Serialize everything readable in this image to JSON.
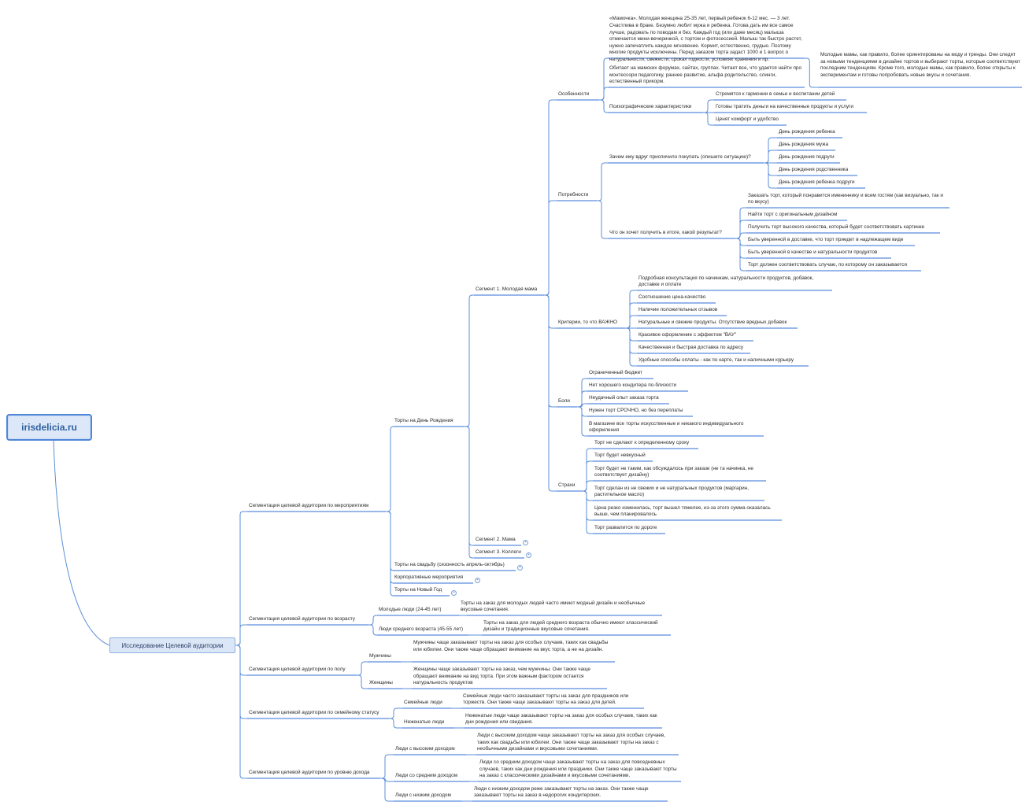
{
  "root": {
    "label": "irisdelicia.ru"
  },
  "main_topic": {
    "label": "Исследование Целевой аудитории"
  },
  "nodes": {
    "seg_events": "Сегментация целевой аудитории по мероприятиям",
    "seg_age": "Сегментация целевой аудитории по возрасту",
    "seg_gender": "Сегментация целевой аудитории по полу",
    "seg_family": "Сегментация целевой аудитории по семейному статусу",
    "seg_income": "Сегментация целевой аудитории по уровню дохода",
    "bday": "Торты на День Рождения",
    "wedding": "Торты на свадьбу (сезонность апрель-октябрь)",
    "corporate": "Корпоративные мероприятия",
    "newyear": "Торты на Новый Год",
    "seg1": "Сегмент 1. Молодая мама",
    "seg2": "Сегмент 2. Мама",
    "seg3": "Сегмент 3. Коллеги",
    "features": "Особенности",
    "persona_text": "«Мамочка». Молодая женщина 25-35 лет, первый ребенок 6-12 мес. — 3 лет. Счастлива в браке. Безумно любит мужа и ребенка. Готова дать им все самое лучше, радовать по поводам и без. Каждый год (или даже месяц) малыша отмечается мини-вечеринкой, с тортом и фотосессией. Малыш так быстро растет, нужно запечатлить каждое мгновение. Кормит, естественно, грудью. Поэтому многие продукты исключены. Перед заказом торта задаст 1000 и 1 вопрос о натуральности, свежести, сроках годности, условиях хранения и пр.",
    "persona_text2": "Обитает на мамских форумах, сайтах, группах. Читает все, что удается найти про монтессори педагогику, раннее развитие, альфа родительство, слинги, естественный прикорм.",
    "trends_note": "Молодые мамы, как правило, более ориентированы на моду и тренды. Они следят за новыми тенденциями в дизайне тортов и выбирают торты, которые соответствуют последним тенденциям. Кроме того, молодые мамы, как правило, более открыты к экспериментам и готовы попробовать новые вкусы и сочетания.",
    "psycho": "Психографические характеристики",
    "psycho_1": "Стремятся к гармонии в семье и воспитании детей",
    "psycho_2": "Готовы тратить деньги на качественные продукты и услуги",
    "psycho_3": "Ценят комфорт и удобство",
    "needs": "Потребности",
    "why": "Зачем ему вдруг приспичило покупать (опишите ситуацию)?",
    "why_1": "День рождения ребенка",
    "why_2": "День рождения мужа",
    "why_3": "День рождения подруги",
    "why_4": "День рождения родственника",
    "why_5": "День рождения ребенка подруги",
    "result": "Что он хочет получить в итоге, какой результат?",
    "result_1": "Заказать торт, который понравится имениннику и всем гостям (как визуально, так и по вкусу)",
    "result_2": "Найти торт с оригинальным дизайном",
    "result_3": "Получить торт высокого качества, который будет соответствовать картинке",
    "result_4": "Быть уверенной в доставке, что торт приедет в надлежащем виде",
    "result_5": "Быть уверенной в качестве и натуральности продуктов",
    "result_6": "Торт должен соответствовать случаю, по которому он заказывается",
    "criteria": "Критерии, то что ВАЖНО",
    "crit_1": "Подробная консультация по начинкам, натуральности продуктов, добавок, доставке и оплате",
    "crit_2": "Соотношение цена-качество",
    "crit_3": "Наличие положительных отзывов",
    "crit_4": "Натуральные и свежие продукты. Отсутствие вредных добавок",
    "crit_5": "Красивое оформление с эффектом \"ВАУ\"",
    "crit_6": "Качественная и быстрая доставка по адресу",
    "crit_7": "Удобные способы оплаты - как по карте, так и наличными курьеру",
    "pains": "Боли",
    "pain_1": "Ограниченный бюджет",
    "pain_2": "Нет хорошего кондитера по-близости",
    "pain_3": "Неудачный опыт заказа торта",
    "pain_4": "Нужен торт СРОЧНО, но без переплаты",
    "pain_5": "В магазине все торты искусственные и никакого индивидуального оформления",
    "fears": "Страхи",
    "fear_1": "Торт не сделают к определенному сроку",
    "fear_2": "Торт будет невкусный",
    "fear_3": "Торт будет не таким, как обсуждалось при заказе (не та начинка, не соответствует дизайну)",
    "fear_4": "Торт сделан из не свежих и не натуральных продуктов (маргарин, растительное масло)",
    "fear_5": "Цена резко изменилась, торт вышел тяжелее, из-за этого сумма оказалась выше, чем планировалось",
    "fear_6": "Торт развалится по дороге",
    "age_young": "Молодые люди (24-45 лет)",
    "age_young_t": "Торты на заказ для молодых людей часто имеют модный дизайн и необычные вкусовые сочетания.",
    "age_mid": "Люди среднего возраста (45-55 лет)",
    "age_mid_t": "Торты на заказ для людей среднего возраста обычно имеют классический дизайн и традиционные вкусовые сочетания.",
    "men": "Мужчины",
    "men_t": "Мужчины чаще заказывают торты на заказ для особых случаев, таких как свадьбы или юбилеи. Они также чаще обращают внимание на вкус торта, а не на дизайн.",
    "women": "Женщины",
    "women_t": "Женщины чаще заказывают торты на заказ, чем мужчины. Они также чаще обращают внимание на вид торта. При этом важным фактором остается натуральность продуктов",
    "family": "Семейные люди",
    "family_t": "Семейные люди часто заказывают торты на заказ для праздников или торжеств. Они также чаще заказывают торты на заказ для детей.",
    "single": "Неженатые люди",
    "single_t": "Неженатые люди чаще заказывают торты на заказ для особых случаев, таких как дни рождения или свидания.",
    "inc_high": "Люди с высоким доходом",
    "inc_high_t": "Люди с высоким доходом чаще заказывают торты на заказ для особых случаев, таких как свадьбы или юбилеи. Они также чаще заказывают торты на заказ с необычными дизайнами и вкусовыми сочетаниями.",
    "inc_mid": "Люди со средним доходом",
    "inc_mid_t": "Люди со средним доходом чаще заказывают торты на заказ для повседневных случаев, таких как дни рождения или праздники. Они также чаще заказывают торты на заказ с классическими дизайнами и вкусовыми сочетаниями.",
    "inc_low": "Люди с низким доходом",
    "inc_low_t": "Люди с низким доходом реже заказывают торты на заказ. Они также чаще заказывают торты на заказ в недорогих кондитерских."
  },
  "toggles": {
    "collapsed": "+",
    "expanded": "-"
  },
  "colors": {
    "link": "#5b8fd8",
    "underline": "#2f6cd6",
    "root_border": "#4f86d6",
    "root_fill": "#dce8f8",
    "topic_fill": "#dbe6f6"
  }
}
